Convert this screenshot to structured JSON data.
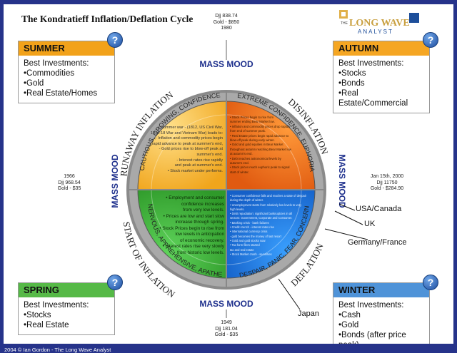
{
  "title": "The Kondratieff Inflation/Deflation Cycle",
  "logo": {
    "line1": "THE",
    "line2": "LONG WAVE",
    "line3": "ANALYST"
  },
  "help_glyph": "?",
  "seasons": {
    "summer": {
      "name": "SUMMER",
      "heading": "Best Investments:",
      "items": [
        "Commodities",
        "Gold",
        "Real Estate/Homes"
      ],
      "color": "#f2a21a"
    },
    "autumn": {
      "name": "AUTUMN",
      "heading": "Best Investments:",
      "items": [
        "Stocks",
        "Bonds",
        "Real Estate/Commercial"
      ],
      "color": "#f5a623"
    },
    "spring": {
      "name": "SPRING",
      "heading": "Best Investments:",
      "items": [
        "Stocks",
        "Real Estate"
      ],
      "color": "#56b947"
    },
    "winter": {
      "name": "WINTER",
      "heading": "Best Investments:",
      "items": [
        "Cash",
        "Gold",
        "Bonds (after price peak)"
      ],
      "color": "#4f93d8"
    }
  },
  "ring_labels": {
    "mass_mood": "MASS MOOD",
    "runaway_inflation": "RUNAWAY INFLATION",
    "disinflation": "DISINFLATION",
    "start_of_inflation": "START OF INFLATION",
    "deflation": "DEFLATION",
    "summer_mood": "CAUTIOUS, GROWING, CONFIDENCE",
    "autumn_mood": "EXTREME CONFIDENCE, EUPHORIA",
    "spring_mood": "NERVOUS, APPREHENSIVE, APATHETIC",
    "winter_mood": "DESPAIR, PANIC, FEAR, CONCERN"
  },
  "markers": {
    "top": [
      "Djj 838.74",
      "Gold - $850",
      "1980"
    ],
    "left": [
      "1966",
      "Djj 968.54",
      "Gold - $35"
    ],
    "right": [
      "Jan 15th, 2000",
      "Djj 11750",
      "Gold - $284.90"
    ],
    "bottom": [
      "1949",
      "Djj 181.04",
      "Gold - $35"
    ]
  },
  "quadrant_text": {
    "summer": [
      "• Summer war - (1812, US Civil War,",
      "1914-18 War and Vietnam War) leads to:",
      "- Inflation and commodity prices begin",
      "rapid advance to peak at summer's end,",
      "- Gold prices rise to blow-off peak at",
      "summer's end.",
      "- Interest rates rise rapidly",
      "and peak at summer's end.",
      "• Stock market under performs."
    ],
    "autumn": [
      "• Stock Prices begin to rise from",
      "summer ending Bear Market low.",
      "• Inflation and commodity prices drop rapidly",
      "from end of summer peak.",
      "• Real Estate prices begin rapid advance to",
      "blow-off peak during early winter.",
      "• Gold and gold equities in Bear Market",
      "throughout autumn reaching Bear Market low",
      "at autumn's end.",
      "• Debt reaches astronomical levels by",
      "autumn's end.",
      "• Stock prices reach euphoric peak to signal",
      "start of winter."
    ],
    "spring": [
      "• Employment and consumer",
      "confidence increases",
      "from very low levels.",
      "• Prices are low and start slow",
      "increase through spring.",
      "• Stock Prices begin to rise from",
      "low levels in anticipation",
      "of economic recovery.",
      "• Interest rates rise very slowly",
      "from historic low levels."
    ],
    "winter": [
      "• Consumer confidence falls and reaches a state of despair",
      "during the depth of winter.",
      "• Unemployment starts from relatively low levels to very",
      "high levels.",
      "• Debt repudiation: significant bankruptcies in all",
      "sectors: Government, Corporate and Consumer.",
      "• Banking crisis - bank failures",
      "• Credit crunch - interest rates rise",
      "• International currency crisis",
      "- gold becomes the money of last resort",
      "• Gold and gold stocks soar",
      "• Tax form filers started",
      "tax and real estate",
      "• Stock Market crash - securities"
    ]
  },
  "countries": [
    "USA/Canada",
    "UK",
    "Germany/France",
    "Japan"
  ],
  "footer": "2004 © Ian Gordon - The Long Wave Analyst"
}
